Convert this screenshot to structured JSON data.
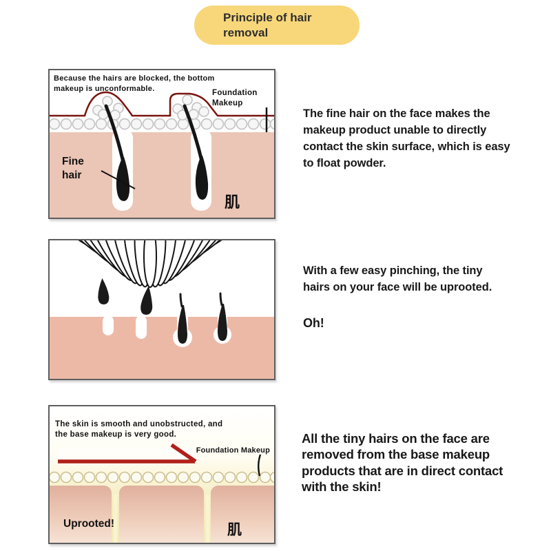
{
  "badge": {
    "label": "Principle of hair removal"
  },
  "sections": [
    {
      "panel": {
        "caption_lines": [
          "Because the hairs are blocked, the bottom",
          "makeup is unconformable."
        ],
        "foundation_lines": [
          "Foundation",
          "Makeup"
        ],
        "fine_hair_lines": [
          "Fine",
          "hair"
        ],
        "skin_char": "肌"
      },
      "description": "The fine hair on the face makes the makeup product unable to directly contact the skin surface, which is easy to float powder."
    },
    {
      "panel": {},
      "description": "With a few easy pinching, the tiny hairs on your face will be uprooted.",
      "exclamation": "Oh!"
    },
    {
      "panel": {
        "caption_lines": [
          "The skin is smooth and unobstructed, and",
          "the base makeup is very good."
        ],
        "foundation_label": "Foundation Makeup",
        "uprooted_label": "Uprooted!",
        "skin_char": "肌"
      },
      "description": "All the tiny hairs on the face are removed from the base makeup products that are in direct contact with the skin!"
    }
  ],
  "colors": {
    "badge-bg": "#F8D77A",
    "ink": "#1c1c1c",
    "border": "#5e5e5e",
    "skin1": "#EBC5B5",
    "skin2": "#EDB9A7",
    "cream": "#F4ECBC",
    "makeup-line": "#7A130D",
    "arrow-red": "#B1201A"
  }
}
